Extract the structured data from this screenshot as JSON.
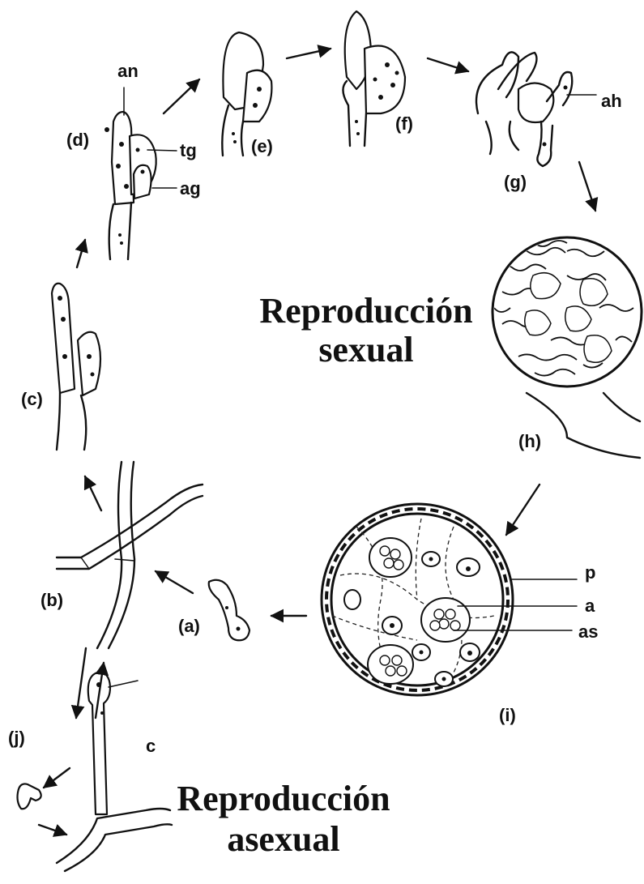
{
  "titles": {
    "sexual_line1": "Reproducción",
    "sexual_line2": "sexual",
    "asexual_line1": "Reproducción",
    "asexual_line2": "asexual"
  },
  "stage_labels": {
    "a": "(a)",
    "b": "(b)",
    "c": "(c)",
    "d": "(d)",
    "e": "(e)",
    "f": "(f)",
    "g": "(g)",
    "h": "(h)",
    "i": "(i)",
    "j": "(j)"
  },
  "part_labels": {
    "an": "an",
    "tg": "tg",
    "ag": "ag",
    "ah": "ah",
    "p": "p",
    "a": "a",
    "as": "as",
    "c": "c"
  }
}
